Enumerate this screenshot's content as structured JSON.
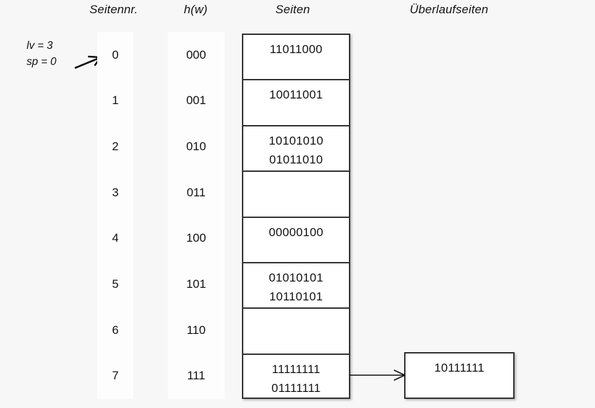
{
  "headers": {
    "seitennr": "Seitennr.",
    "hw": "h(w)",
    "seiten": "Seiten",
    "ueberlaufseiten": "Überlaufseiten"
  },
  "annotation": {
    "lv": "lv = 3",
    "sp": "sp = 0",
    "arrow_icon": "pointer-arrow-icon"
  },
  "colors": {
    "page_background": "#f7f7f7",
    "column_background": "#fdfdfd",
    "box_background": "#ffffff",
    "box_border": "#333333",
    "text": "#111111"
  },
  "rows": [
    {
      "seitennr": "0",
      "hw": "000",
      "records": [
        "11011000"
      ]
    },
    {
      "seitennr": "1",
      "hw": "001",
      "records": [
        "10011001"
      ]
    },
    {
      "seitennr": "2",
      "hw": "010",
      "records": [
        "10101010",
        "01011010"
      ]
    },
    {
      "seitennr": "3",
      "hw": "011",
      "records": []
    },
    {
      "seitennr": "4",
      "hw": "100",
      "records": [
        "00000100"
      ]
    },
    {
      "seitennr": "5",
      "hw": "101",
      "records": [
        "01010101",
        "10110101"
      ]
    },
    {
      "seitennr": "6",
      "hw": "110",
      "records": []
    },
    {
      "seitennr": "7",
      "hw": "111",
      "records": [
        "11111111",
        "01111111"
      ]
    }
  ],
  "overflow": {
    "source_row_index": 7,
    "arrow_icon": "right-arrow-icon",
    "records": [
      "10111111"
    ]
  }
}
